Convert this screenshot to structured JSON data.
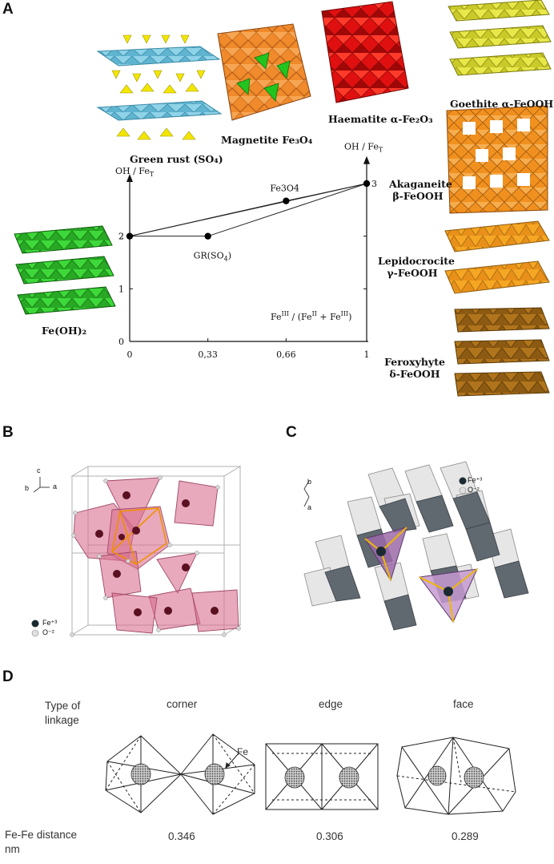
{
  "panels": {
    "a": "A",
    "b": "B",
    "c": "C",
    "d": "D"
  },
  "panel_a": {
    "labels": {
      "green_rust": "Green rust (SO₄)",
      "magnetite": "Magnetite Fe₃O₄",
      "haematite": "Haematite α-Fe₂O₃",
      "goethite": "Goethite α-FeOOH",
      "akaganeite_1": "Akaganeite",
      "akaganeite_2": "β-FeOOH",
      "lepidocrocite_1": "Lepidocrocite",
      "lepidocrocite_2": "γ-FeOOH",
      "feroxyhyte_1": "Feroxyhyte",
      "feroxyhyte_2": "δ-FeOOH",
      "fe_oh2": "Fe(OH)₂"
    },
    "colors": {
      "green_rust_sheet": "#8fd3e8",
      "green_rust_tetra": "#f2e600",
      "magnetite": "#f08a2a",
      "magnetite_tetra": "#22c41e",
      "haematite": "#e01010",
      "goethite": "#e8e84a",
      "akaganeite": "#f0901e",
      "lepidocrocite": "#f5a623",
      "feroxyhyte": "#b0741c",
      "fe_oh2": "#3ed83a"
    }
  },
  "chart_data": {
    "type": "line",
    "xlabel": "FeIII / (FeII + FeIII)",
    "ylabel_left": "OH / FeT",
    "ylabel_right": "OH / FeT",
    "x_ticks": [
      "0",
      "0,33",
      "0,66",
      "1"
    ],
    "y_ticks": [
      "0",
      "1",
      "2"
    ],
    "xlim": [
      0,
      1
    ],
    "ylim": [
      0,
      3
    ],
    "points": [
      {
        "label": "",
        "x": 0,
        "y": 2
      },
      {
        "label": "GR(SO4)",
        "x": 0.33,
        "y": 2
      },
      {
        "label": "Fe3O4",
        "x": 0.66,
        "y": 2.67
      },
      {
        "label": "3",
        "x": 1,
        "y": 3
      }
    ],
    "series": [
      {
        "x": [
          0,
          0.33,
          1
        ],
        "y": [
          2,
          2,
          3
        ]
      },
      {
        "x": [
          0,
          0.66,
          1
        ],
        "y": [
          2,
          2.67,
          3
        ]
      },
      {
        "x": [
          0,
          1
        ],
        "y": [
          2,
          3
        ]
      }
    ]
  },
  "panel_b": {
    "axes": {
      "c": "c",
      "b": "b",
      "a": "a"
    },
    "legend": [
      {
        "label": "Fe⁺³"
      },
      {
        "label": "O⁻²"
      }
    ],
    "colors": {
      "polyhedra": "#d9708f",
      "atom": "#5a1020"
    }
  },
  "panel_c": {
    "axes": {
      "b": "b",
      "a": "a"
    },
    "legend": [
      {
        "label": "Fe⁺³"
      },
      {
        "label": "O⁻²"
      }
    ],
    "colors": {
      "octahedra_light": "#e6e6e6",
      "octahedra_dark": "#606870",
      "tetra": "#9b6aa8",
      "bond": "#f0b800"
    }
  },
  "panel_d": {
    "type_of_linkage_1": "Type of",
    "type_of_linkage_2": "linkage",
    "corner": "corner",
    "edge": "edge",
    "face": "face",
    "fe_label": "Fe",
    "distance_label_1": "Fe-Fe distance",
    "distance_label_2": "nm",
    "distances": {
      "corner": "0.346",
      "edge": "0.306",
      "face": "0.289"
    }
  }
}
